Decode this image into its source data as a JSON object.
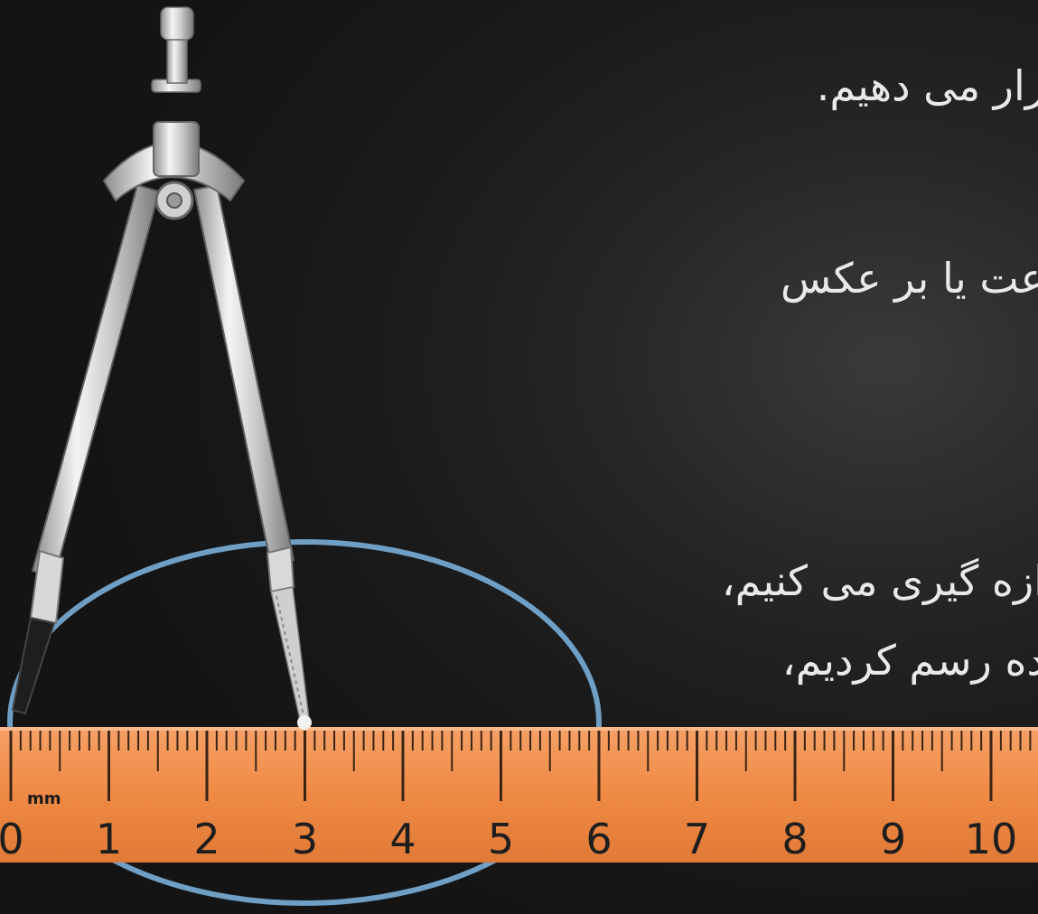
{
  "captions": [
    "رار می دهیم.",
    "عت یا بر عکس",
    "ازه گیری می کنیم،",
    "ده رسم کردیم،"
  ],
  "ruler": {
    "unit_label": "mm",
    "numbers": [
      "0",
      "1",
      "2",
      "3",
      "4",
      "5",
      "6",
      "7",
      "8",
      "9",
      "10"
    ]
  },
  "colors": {
    "background": "#1c1c1c",
    "ruler": "#ef8a45",
    "circle": "#6f9fc4",
    "caption": "#e9e9e9"
  }
}
